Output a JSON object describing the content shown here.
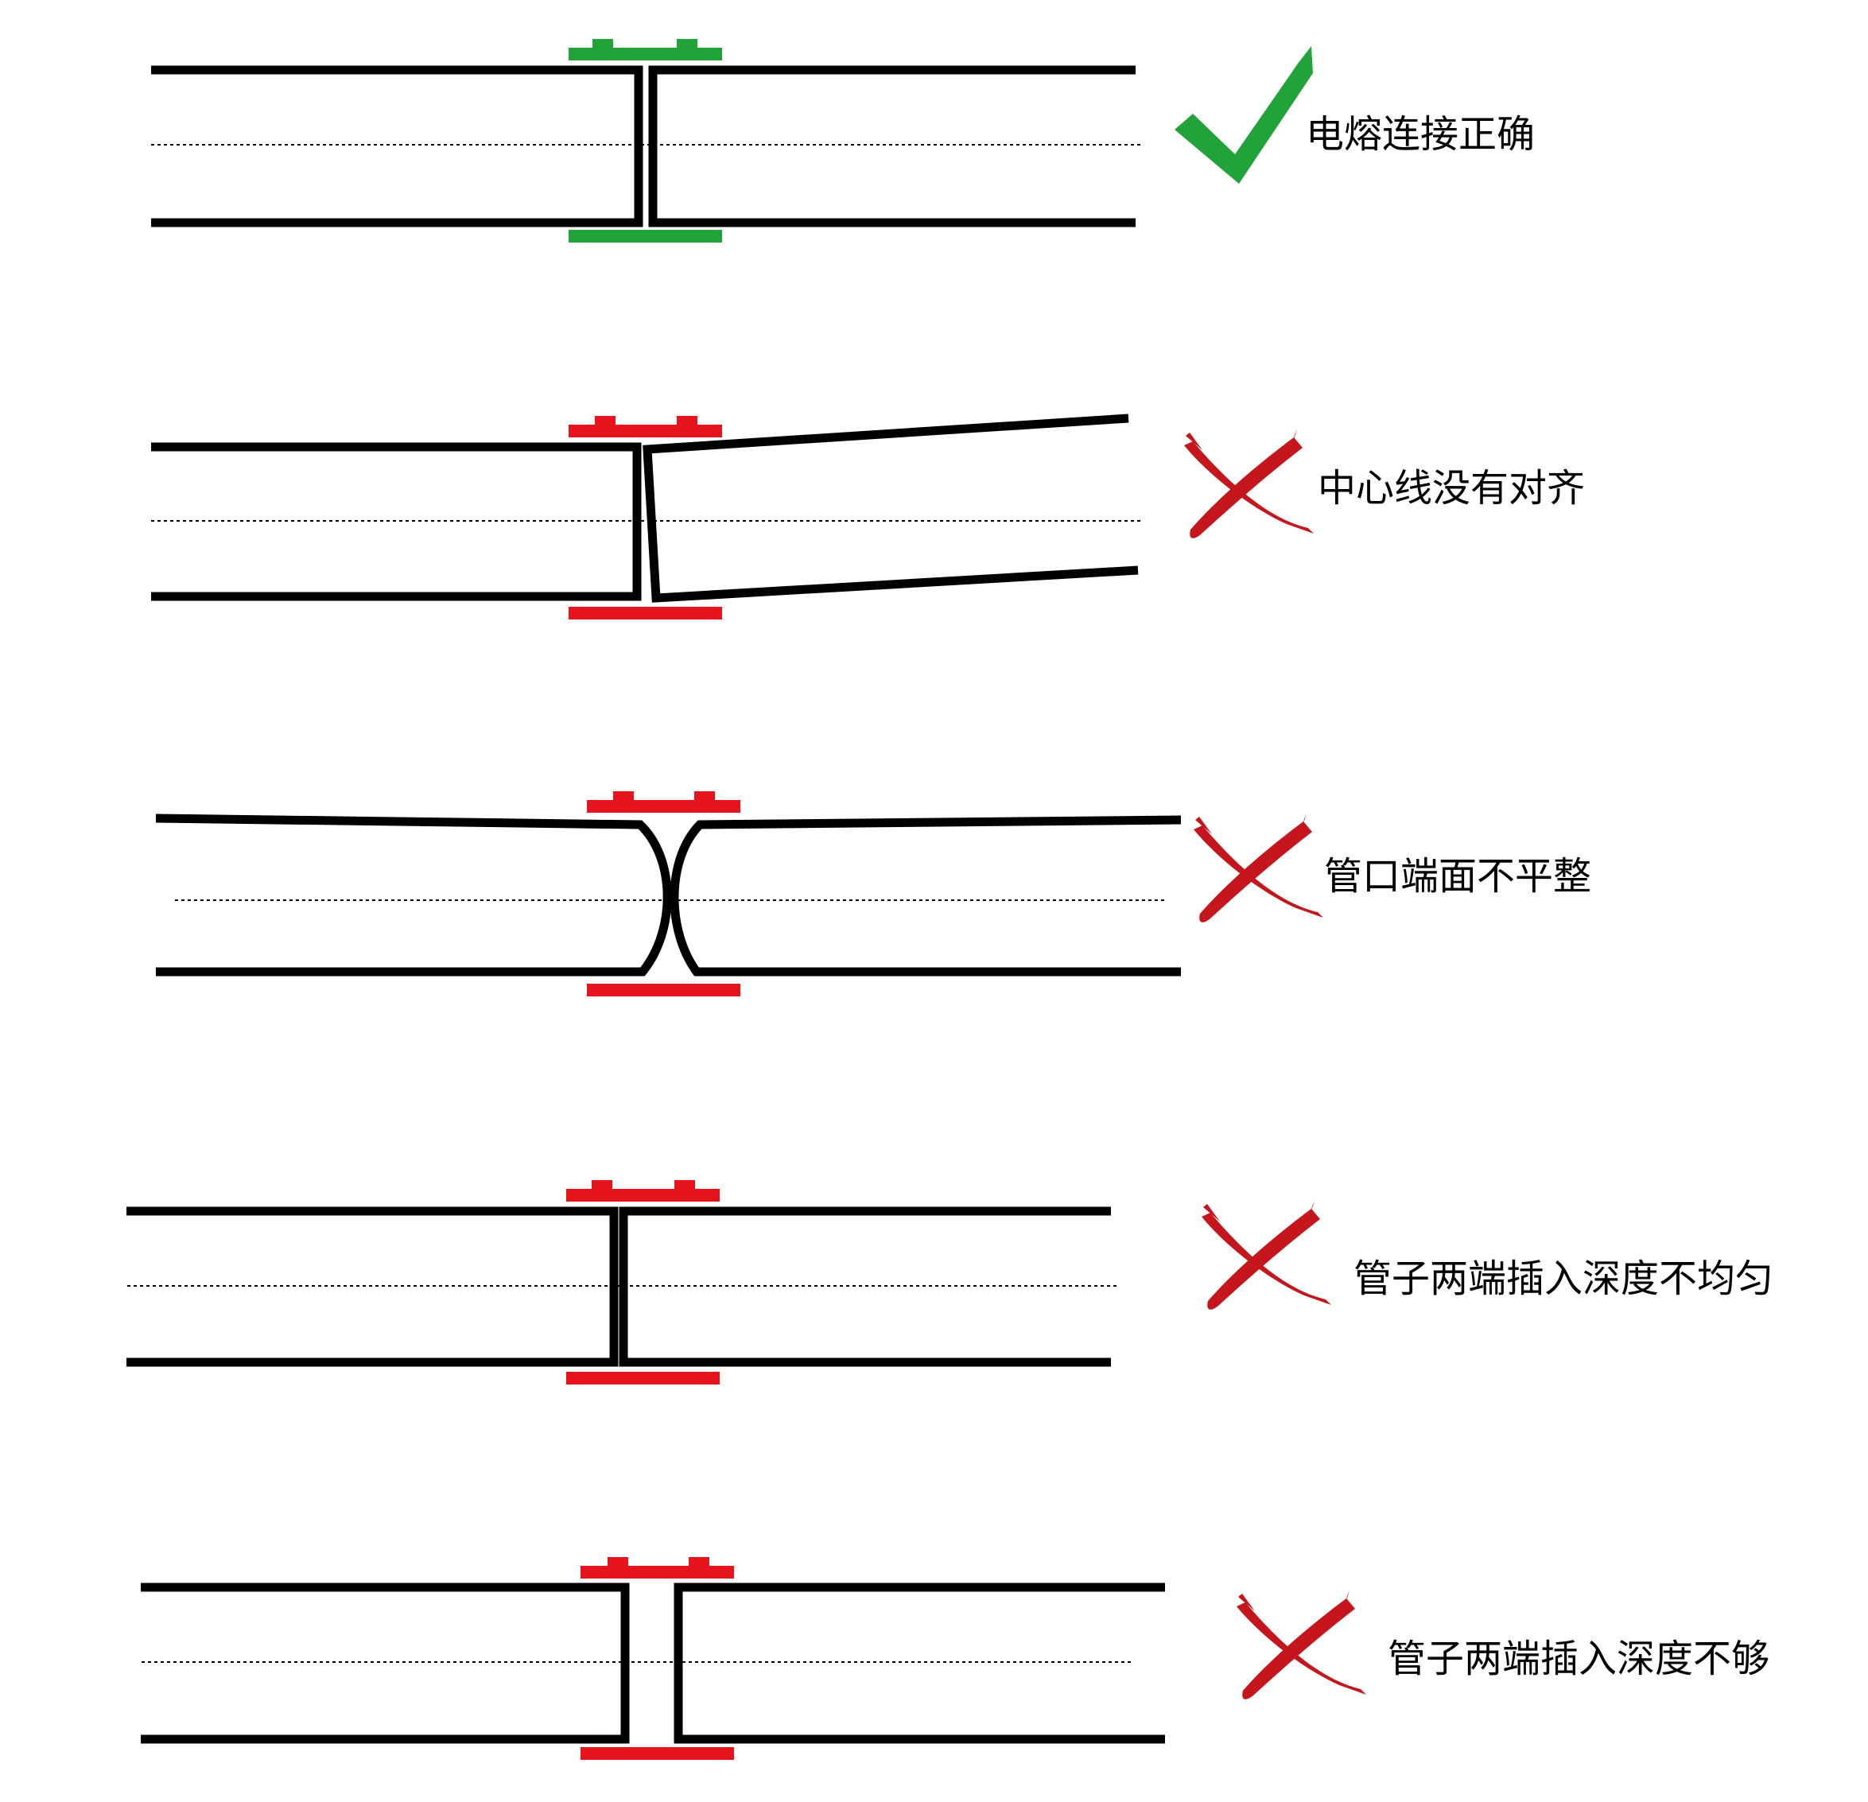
{
  "colors": {
    "correct": "#22a33a",
    "wrong": "#e6141d",
    "wrong_mark": "#c4161c",
    "pipe": "#000000"
  },
  "cases": [
    {
      "id": "correct",
      "status": "correct",
      "icon": "check-icon",
      "label": "电熔连接正确"
    },
    {
      "id": "misaligned",
      "status": "wrong",
      "icon": "cross-icon",
      "label": "中心线没有对齐"
    },
    {
      "id": "uneven-end",
      "status": "wrong",
      "icon": "cross-icon",
      "label": "管口端面不平整"
    },
    {
      "id": "uneven-depth",
      "status": "wrong",
      "icon": "cross-icon",
      "label": "管子两端插入深度不均匀"
    },
    {
      "id": "insufficient-depth",
      "status": "wrong",
      "icon": "cross-icon",
      "label": "管子两端插入深度不够"
    }
  ]
}
